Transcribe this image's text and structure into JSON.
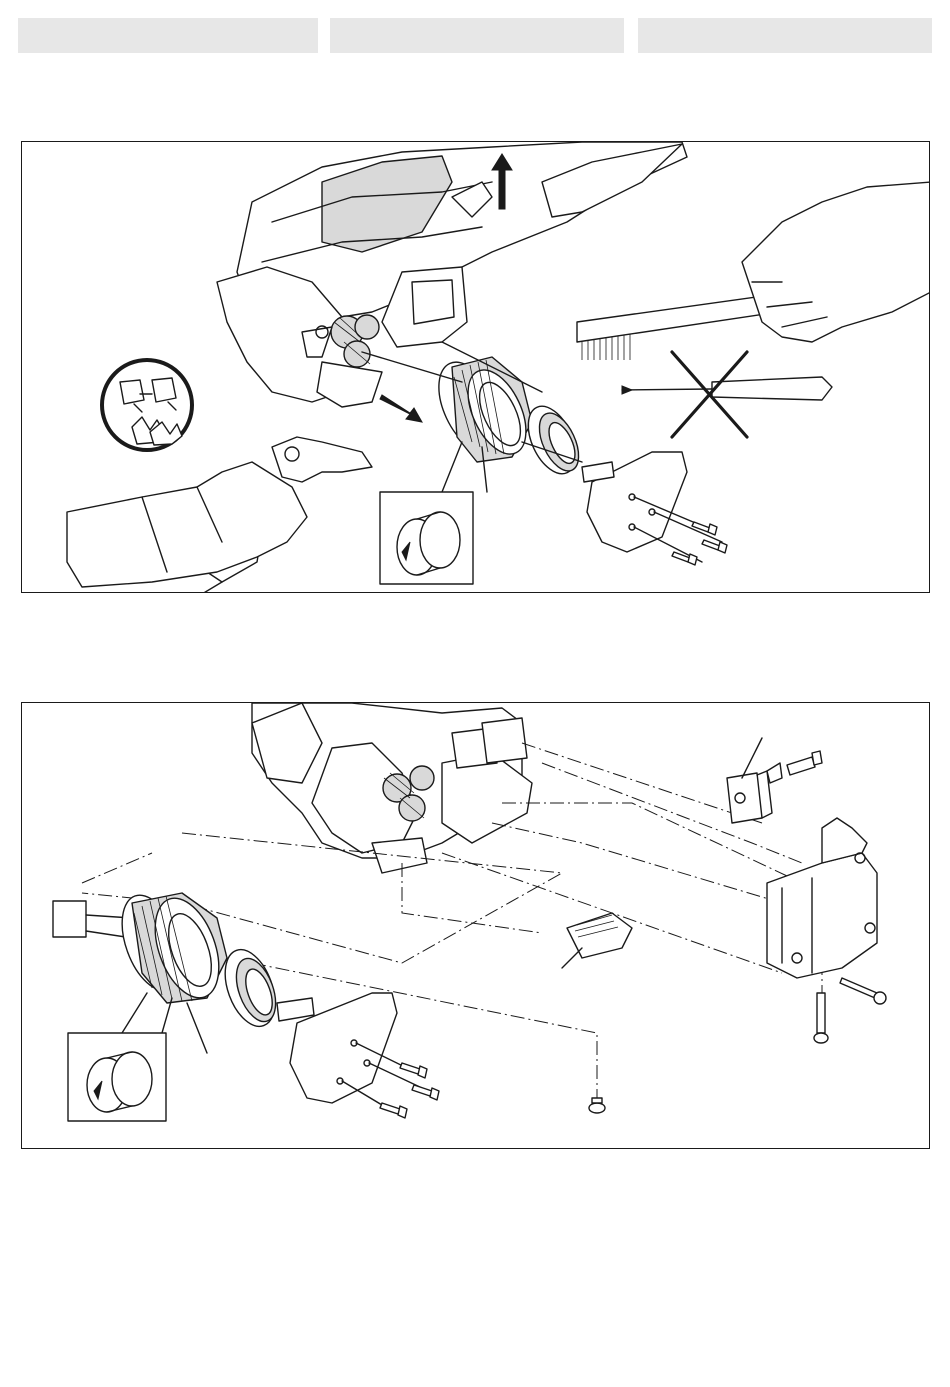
{
  "header": {
    "tabs": [
      {
        "label": ""
      },
      {
        "label": ""
      },
      {
        "label": ""
      }
    ],
    "tab_color": "#e7e7e7"
  },
  "figures": [
    {
      "id": "figure-1",
      "icons": [
        "safety-glasses-icon",
        "gloves-icon",
        "air-gun-icon",
        "wire-brush-icon",
        "screwdriver-prohibited-icon",
        "up-arrow-icon",
        "remove-arrow-icon"
      ],
      "detail_callout": "ring-rotation-detail"
    },
    {
      "id": "figure-2",
      "icons": [
        "exploded-assembly-icon",
        "ring-icon",
        "seal-icon",
        "cover-plate-icon",
        "screw-icon",
        "cutter-block-icon",
        "housing-icon"
      ],
      "detail_callout": "ring-rotation-detail",
      "label_box": ""
    }
  ],
  "colors": {
    "line": "#1a1a1a",
    "panel_bg": "#ffffff",
    "shade": "#d9d9d9"
  }
}
